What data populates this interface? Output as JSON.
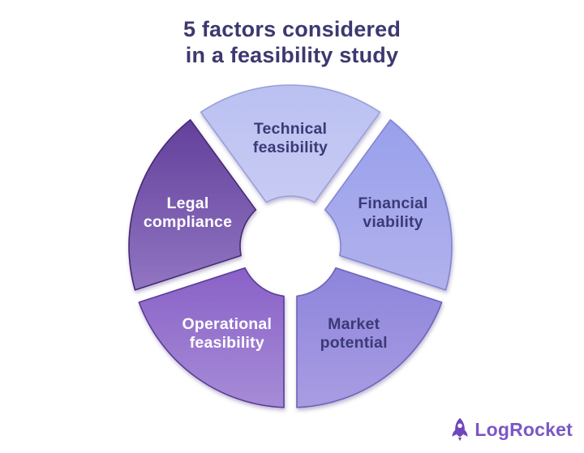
{
  "title": {
    "line1": "5 factors considered",
    "line2": "in a feasibility study",
    "color": "#3c3970"
  },
  "diagram": {
    "type": "donut-segment-diagram",
    "background": "#ffffff",
    "segment_count": 5,
    "segments": [
      {
        "id": "technical-feasibility",
        "label_lines": [
          "Technical",
          "feasibility"
        ],
        "color_top": "#bac1f1",
        "color_bottom": "#c8caf3",
        "edge_color": "#98a0da",
        "text_color": "#3b3a76"
      },
      {
        "id": "financial-viability",
        "label_lines": [
          "Financial",
          "viability"
        ],
        "color_top": "#99a0ec",
        "color_bottom": "#b1b1ec",
        "edge_color": "#7f86d2",
        "text_color": "#3b3a76"
      },
      {
        "id": "market-potential",
        "label_lines": [
          "Market",
          "potential"
        ],
        "color_top": "#8d85dc",
        "color_bottom": "#a99ce2",
        "edge_color": "#6e63b8",
        "text_color": "#3b3a76"
      },
      {
        "id": "operational-feasibility",
        "label_lines": [
          "Operational",
          "feasibility"
        ],
        "color_top": "#8a61c7",
        "color_bottom": "#a68cd7",
        "edge_color": "#5a3d95",
        "text_color": "#ffffff"
      },
      {
        "id": "legal-compliance",
        "label_lines": [
          "Legal",
          "compliance"
        ],
        "color_top": "#63409b",
        "color_bottom": "#9176c3",
        "edge_color": "#472a72",
        "text_color": "#ffffff"
      }
    ]
  },
  "logo": {
    "text": "LogRocket",
    "icon": "rocket-icon",
    "icon_color": "#6f46bb",
    "text_color": "#7a57c6"
  }
}
